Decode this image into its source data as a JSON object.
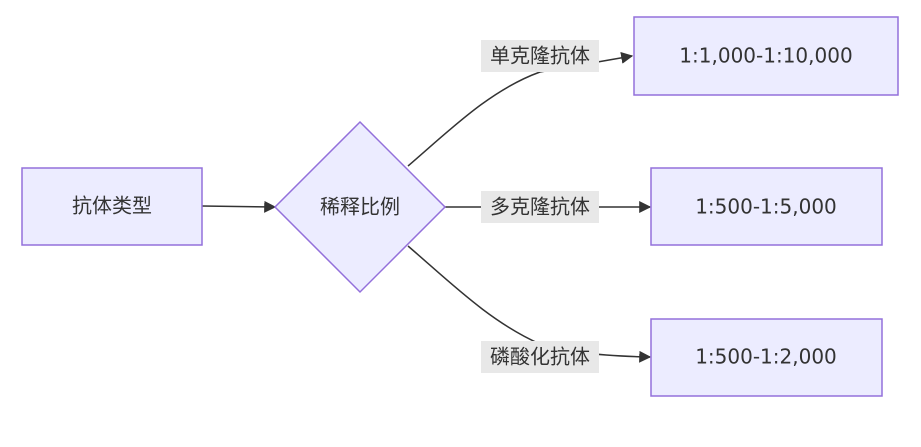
{
  "colors": {
    "node_fill": "#ECECFF",
    "node_stroke": "#9370DB",
    "edge": "#333333",
    "label_bg": "#E8E8E8",
    "text": "#333333"
  },
  "nodes": {
    "antibody_type": "抗体类型",
    "dilution_ratio": "稀释比例",
    "monoclonal_result": "1:1,000-1:10,000",
    "polyclonal_result": "1:500-1:5,000",
    "phospho_result": "1:500-1:2,000"
  },
  "edge_labels": {
    "monoclonal": "单克隆抗体",
    "polyclonal": "多克隆抗体",
    "phospho": "磷酸化抗体"
  }
}
